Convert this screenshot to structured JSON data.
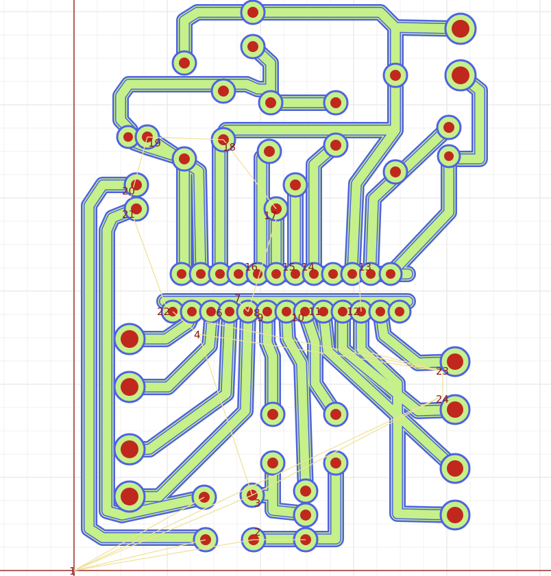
{
  "colors": {
    "background": "#ffffff",
    "grid": "#e6e6e6",
    "axis": "#9b2b2b",
    "track_outline": "#4f62e0",
    "track_fill": "#c5f08a",
    "pad": "#c0281e",
    "ratsnest": "#f0e29a",
    "label": "#8b1a1a"
  },
  "pad_labels": [
    "1",
    "2",
    "3",
    "4",
    "6",
    "7",
    "8",
    "9",
    "10",
    "11",
    "12",
    "13",
    "14",
    "15",
    "16",
    "17",
    "18",
    "19",
    "20",
    "21",
    "22",
    "23",
    "24"
  ]
}
